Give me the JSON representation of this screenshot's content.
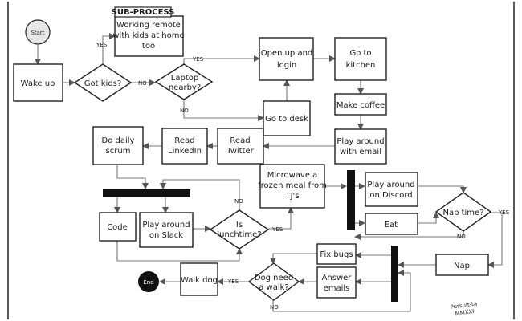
{
  "nodes": {
    "start": "Start",
    "wake_up": "Wake up",
    "got_kids": "Got kids?",
    "laptop_nearby": [
      "Laptop",
      "nearby?"
    ],
    "subprocess_title": "SUB-PROCESS",
    "subprocess_text": [
      "Working remote",
      "with kids at home",
      "too"
    ],
    "open_login": [
      "Open up and",
      "login"
    ],
    "go_kitchen": [
      "Go to",
      "kitchen"
    ],
    "go_desk": "Go to desk",
    "make_coffee": "Make coffee",
    "play_email": [
      "Play  around",
      "with email"
    ],
    "read_twitter": [
      "Read",
      "Twitter"
    ],
    "read_linkedin": [
      "Read",
      "LinkedIn"
    ],
    "daily_scrum": [
      "Do daily",
      "scrum"
    ],
    "code": "Code",
    "play_slack": [
      "Play around",
      "on Slack"
    ],
    "is_lunchtime": [
      "Is",
      "lunchtime?"
    ],
    "microwave": [
      "Microwave a",
      "frozen meal from",
      "TJ's"
    ],
    "play_discord": [
      "Play around",
      "on Discord"
    ],
    "eat": "Eat",
    "nap_time": "Nap time?",
    "nap": "Nap",
    "fix_bugs": "Fix bugs",
    "answer_emails": [
      "Answer",
      "emails"
    ],
    "dog_walk": [
      "Dog need",
      "a walk?"
    ],
    "walk_dog": "Walk dog",
    "end": "End"
  },
  "edge_labels": {
    "yes": "YES",
    "no": "NO"
  },
  "signature": [
    "Pursuit-ta",
    "MMXXI"
  ]
}
